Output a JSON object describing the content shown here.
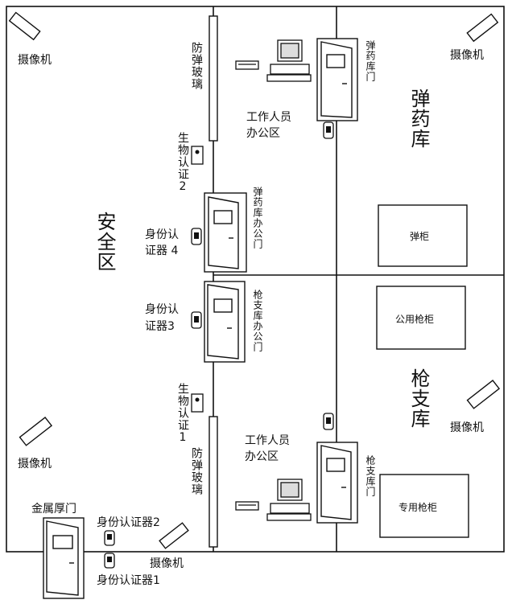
{
  "zones": {
    "safe_zone": "安全区",
    "ammo_depot": "弹药库",
    "gun_depot": "枪支库"
  },
  "labels": {
    "camera": "摄像机",
    "bulletproof_glass": "防弹玻璃",
    "bio_auth_2": "生物认证2",
    "bio_auth_1": "生物认证1",
    "id_auth_4_line1": "身份认",
    "id_auth_4_line2": "证器 4",
    "id_auth_3_line1": "身份认",
    "id_auth_3_line2": "证器3",
    "staff_office_line1": "工作人员",
    "staff_office_line2": "办公区",
    "ammo_depot_door": "弹药库门",
    "ammo_office_door": "弹药库办公门",
    "gun_office_door": "枪支库办公门",
    "gun_depot_door": "枪支库门",
    "metal_door": "金属厚门",
    "id_auth_2": "身份认证器2",
    "id_auth_1": "身份认证器1"
  },
  "cabinets": {
    "ammo_cabinet": "弹柜",
    "public_gun_cabinet": "公用枪柜",
    "special_gun_cabinet": "专用枪柜"
  }
}
